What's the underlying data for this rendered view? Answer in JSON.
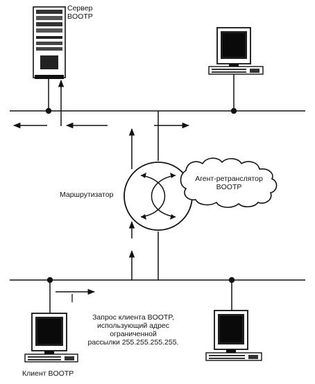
{
  "labels": {
    "server": "Сервер BOOTP",
    "router": "Маршрутизатор",
    "relay_agent": "Агент-ретранслятор BOOTP",
    "client": "Клиент BOOTP",
    "request": "Запрос клиента BOOTP, использующий адрес ограниченной рассылки 255.255.255.255."
  },
  "label_lines": {
    "server": [
      "Сервер",
      "BOOTP"
    ],
    "relay_agent": [
      "Агент-ретранслятор",
      "BOOTP"
    ],
    "request": [
      "Запрос клиента BOOTP,",
      "использующий адрес",
      "ограниченной",
      "рассылки 255.255.255.255."
    ]
  },
  "colors": {
    "ink": "#111111",
    "background": "#ffffff"
  },
  "icons": {
    "server": "server-tower-icon",
    "workstation": "computer-terminal-icon",
    "router": "router-circle-icon",
    "relay_agent": "cloud-icon"
  }
}
